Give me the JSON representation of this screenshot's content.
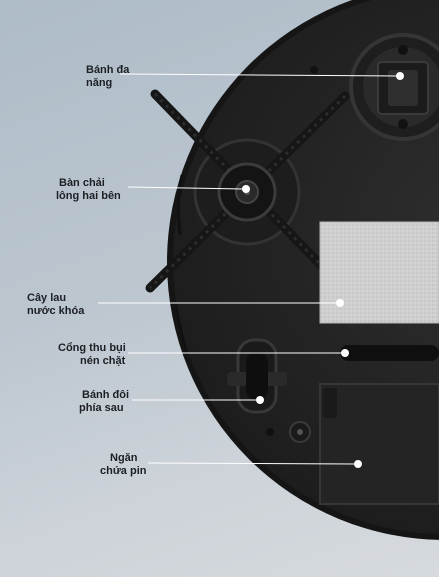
{
  "labels": {
    "universal_wheel": {
      "line1": "Bánh đa",
      "line2": "năng"
    },
    "side_brush": {
      "line1": "Bàn chải",
      "line2": "lông hai bên"
    },
    "mop": {
      "line1": "Cây lau",
      "line2": "nước khóa"
    },
    "dust_port": {
      "line1": "Cổng thu bụi",
      "line2": "nén chặt"
    },
    "rear_wheel": {
      "line1": "Bánh đôi",
      "line2": "phía sau"
    },
    "battery": {
      "line1": "Ngăn",
      "line2": "chứa pin"
    }
  },
  "colors": {
    "background": "#b8c3cc",
    "robot_body": "#262626",
    "mop_pad": "#cfcfcf",
    "callout_line": "#ffffff"
  }
}
